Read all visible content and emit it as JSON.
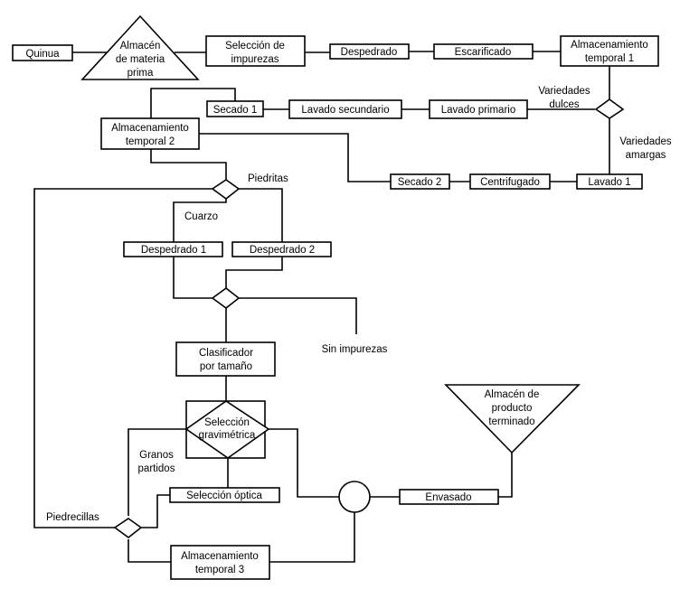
{
  "diagram": {
    "nodes": {
      "quinua": "Quinua",
      "almacen_mp": [
        "Almacén",
        "de materia",
        "prima"
      ],
      "seleccion_impurezas": [
        "Selección de",
        "impurezas"
      ],
      "despedrado": "Despedrado",
      "escarificado": "Escarificado",
      "alm_temp1": [
        "Almacenamiento",
        "temporal 1"
      ],
      "secado1": "Secado 1",
      "lavado_secundario": "Lavado secundario",
      "lavado_primario": "Lavado primario",
      "alm_temp2": [
        "Almacenamiento",
        "temporal 2"
      ],
      "secado2": "Secado 2",
      "centrifugado": "Centrifugado",
      "lavado1": "Lavado 1",
      "despedrado1": "Despedrado 1",
      "despedrado2": "Despedrado 2",
      "clasificador": [
        "Clasificador",
        "por tamaño"
      ],
      "seleccion_grav": [
        "Selección",
        "gravimétrica"
      ],
      "seleccion_optica": "Selección óptica",
      "alm_temp3": [
        "Almacenamiento",
        "temporal 3"
      ],
      "envasado": "Envasado",
      "almacen_pt": [
        "Almacén de",
        "producto",
        "terminado"
      ]
    },
    "labels": {
      "variedades_dulces": [
        "Variedades",
        "dulces"
      ],
      "variedades_amargas": [
        "Variedades",
        "amargas"
      ],
      "piedritas": "Piedritas",
      "cuarzo": "Cuarzo",
      "sin_impurezas": "Sin impurezas",
      "granos_partidos": [
        "Granos",
        "partidos"
      ],
      "piedrecillas": "Piedrecillas"
    }
  }
}
